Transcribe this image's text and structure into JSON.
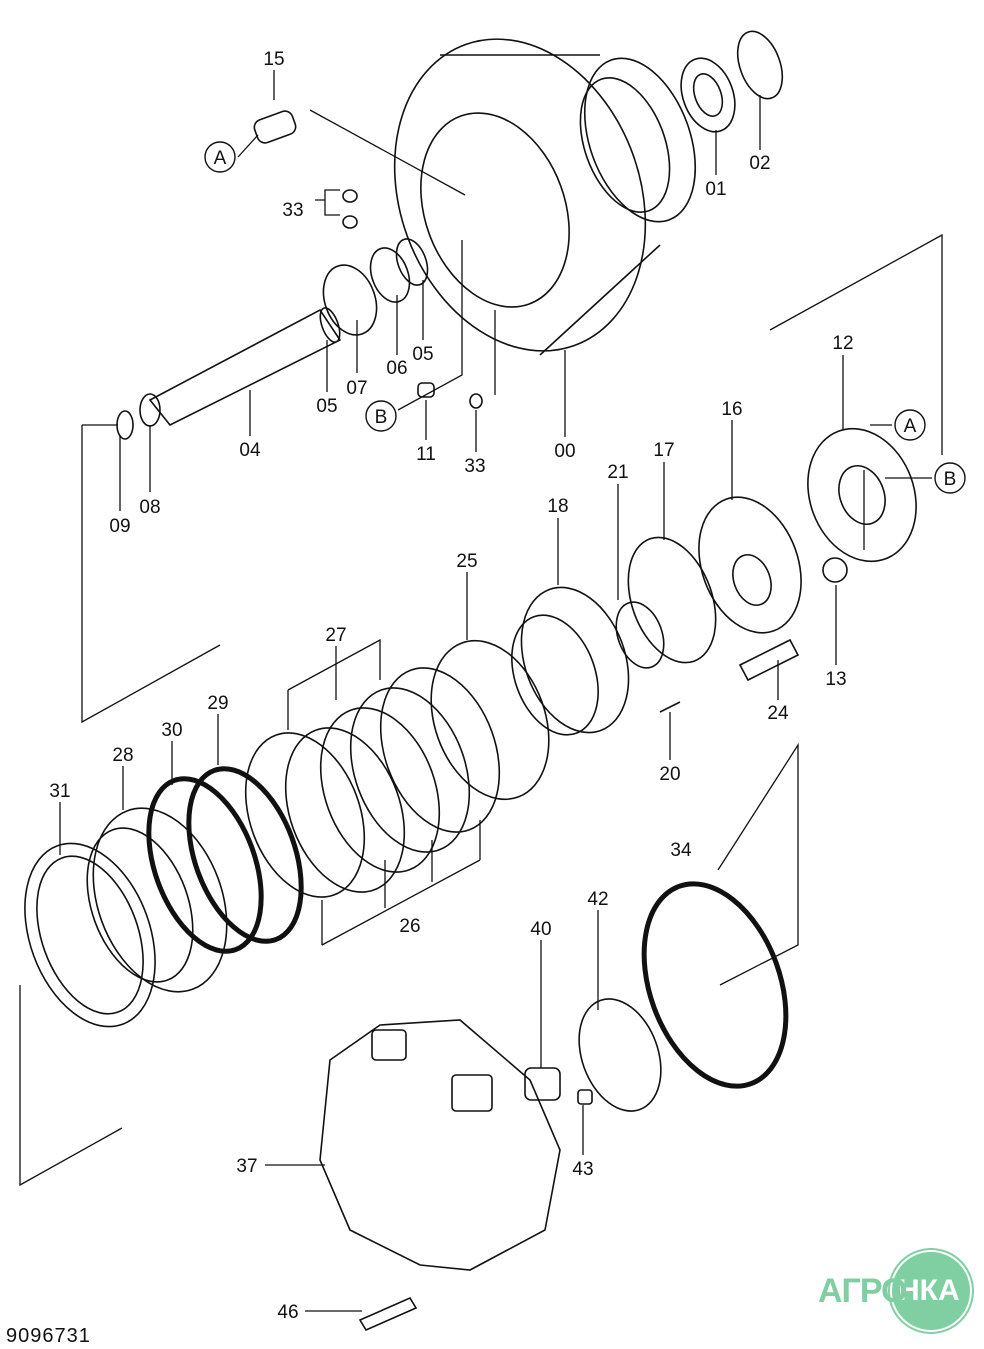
{
  "diagram": {
    "drawing_number": "9096731",
    "ref_markers": {
      "a": "A",
      "b": "B"
    },
    "part_labels": {
      "p15": "15",
      "p33a": "33",
      "p01": "01",
      "p02": "02",
      "p00": "00",
      "p05a": "05",
      "p06": "06",
      "p07": "07",
      "p05b": "05",
      "p04": "04",
      "p11": "11",
      "p33b": "33",
      "p08": "08",
      "p09": "09",
      "p12": "12",
      "p16": "16",
      "p17": "17",
      "p21": "21",
      "p18": "18",
      "p25": "25",
      "p13": "13",
      "p24": "24",
      "p20": "20",
      "p27": "27",
      "p29": "29",
      "p30": "30",
      "p28": "28",
      "p31": "31",
      "p26": "26",
      "p34": "34",
      "p42": "42",
      "p40": "40",
      "p43": "43",
      "p37": "37",
      "p46": "46"
    }
  },
  "logo": {
    "left": "АГРО",
    "right": "НКА"
  }
}
